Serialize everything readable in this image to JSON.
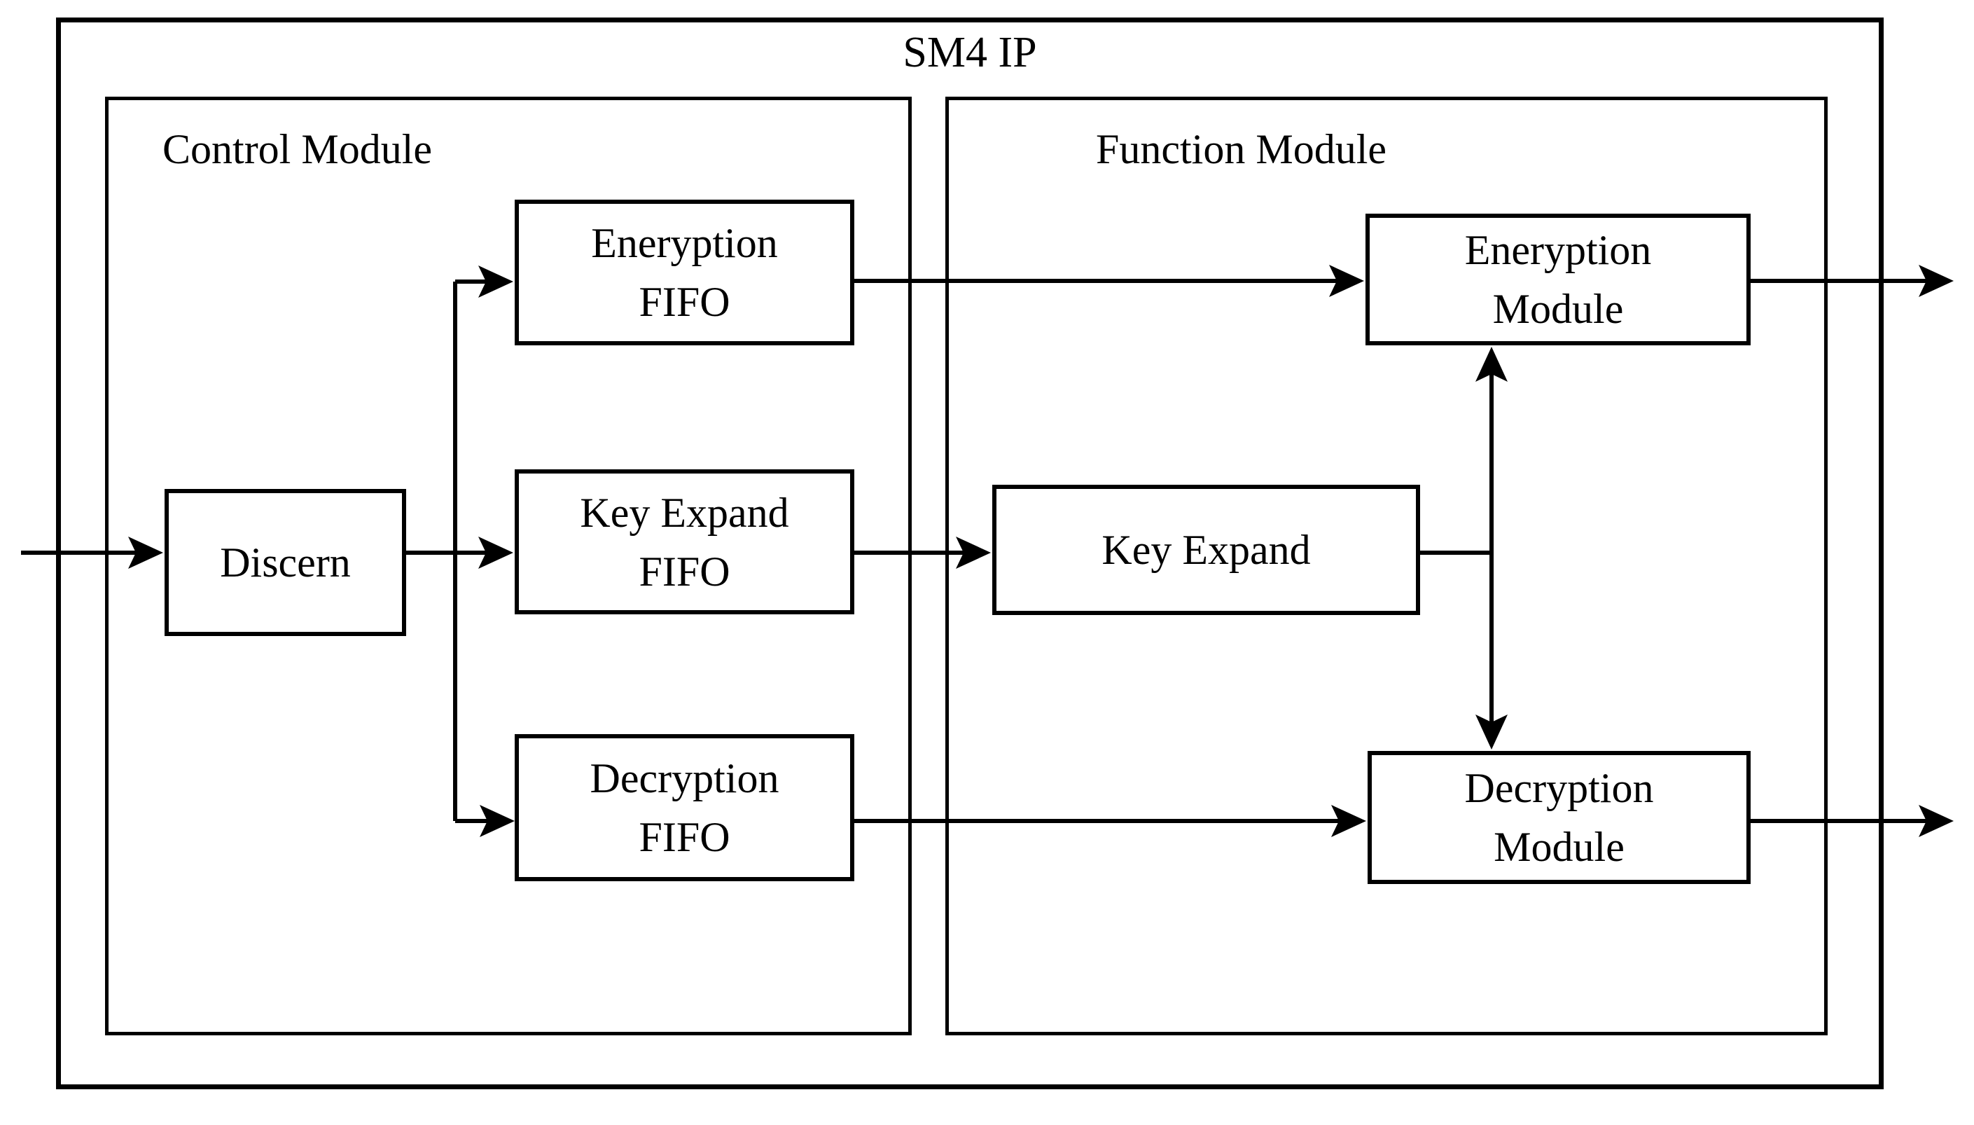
{
  "diagram": {
    "title": "SM4 IP",
    "groups": {
      "control": {
        "label": "Control Module"
      },
      "function": {
        "label": "Function Module"
      }
    },
    "nodes": {
      "discern": {
        "label": "Discern",
        "group": "Control Module"
      },
      "encryption_fifo": {
        "label": "Eneryption FIFO",
        "line1": "Eneryption",
        "line2": "FIFO",
        "group": "Control Module"
      },
      "key_expand_fifo": {
        "label": "Key Expand FIFO",
        "line1": "Key Expand",
        "line2": "FIFO",
        "group": "Control Module"
      },
      "decryption_fifo": {
        "label": "Decryption FIFO",
        "line1": "Decryption",
        "line2": "FIFO",
        "group": "Control Module"
      },
      "key_expand": {
        "label": "Key Expand",
        "group": "Function Module"
      },
      "encryption_module": {
        "label": "Eneryption Module",
        "line1": "Eneryption",
        "line2": "Module",
        "group": "Function Module"
      },
      "decryption_module": {
        "label": "Decryption Module",
        "line1": "Decryption",
        "line2": "Module",
        "group": "Function Module"
      }
    },
    "edges": [
      {
        "from": "external-input",
        "to": "discern"
      },
      {
        "from": "discern",
        "to": "encryption_fifo"
      },
      {
        "from": "discern",
        "to": "key_expand_fifo"
      },
      {
        "from": "discern",
        "to": "decryption_fifo"
      },
      {
        "from": "encryption_fifo",
        "to": "encryption_module"
      },
      {
        "from": "key_expand_fifo",
        "to": "key_expand"
      },
      {
        "from": "decryption_fifo",
        "to": "decryption_module"
      },
      {
        "from": "key_expand",
        "to": "encryption_module"
      },
      {
        "from": "key_expand",
        "to": "decryption_module"
      },
      {
        "from": "encryption_module",
        "to": "external-output"
      },
      {
        "from": "decryption_module",
        "to": "external-output"
      }
    ],
    "colors": {
      "line": "#000000",
      "text": "#000000",
      "background": "#ffffff"
    }
  }
}
